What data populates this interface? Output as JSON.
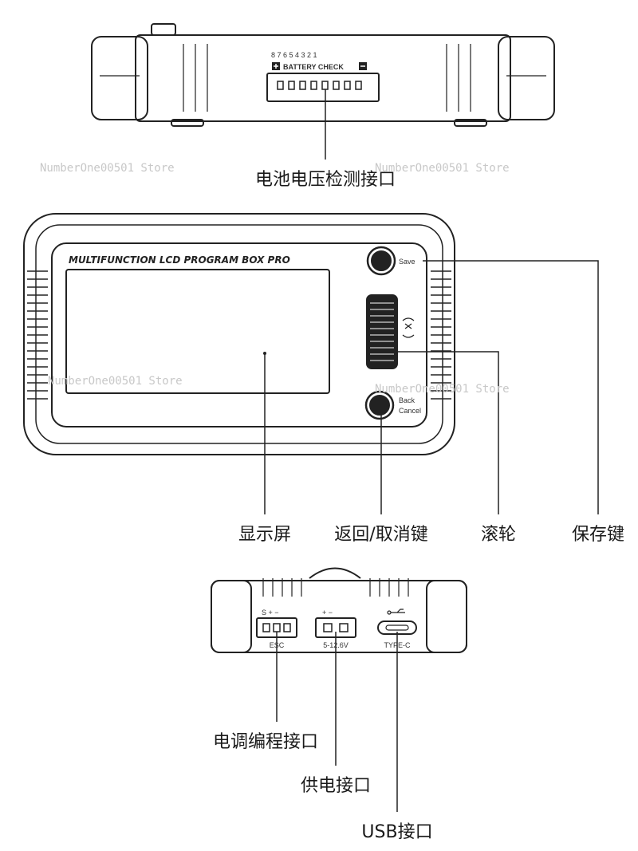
{
  "top_view": {
    "pin_numbers": "8 7 6 5 4 3 2 1",
    "battery_check_label": "BATTERY CHECK",
    "callout": "电池电压检测接口"
  },
  "front_view": {
    "panel_title": "MULTIFUNCTION LCD PROGRAM BOX PRO",
    "save_label": "Save",
    "back_label": "Back",
    "cancel_label": "Cancel",
    "callouts": {
      "display": "显示屏",
      "back_cancel": "返回/取消键",
      "wheel": "滚轮",
      "save": "保存键"
    }
  },
  "bottom_view": {
    "esc_symbols": "S + −",
    "esc_label": "ESC",
    "power_symbols": "+ −",
    "power_label": "5-12.6V",
    "typec_label": "TYPE-C",
    "callouts": {
      "esc": "电调编程接口",
      "power": "供电接口",
      "usb": "USB接口"
    }
  },
  "watermark": "NumberOne00501 Store"
}
